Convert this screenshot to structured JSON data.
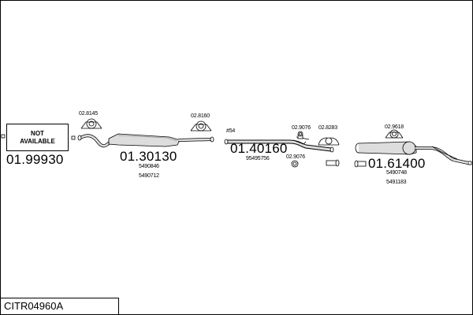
{
  "kit_code": "CITR04960A",
  "not_available": {
    "line1": "NOT",
    "line2": "AVAILABLE"
  },
  "parts": {
    "p1": "01.99930",
    "p2": "01.30130",
    "p2_ref1": "5490846",
    "p2_ref2": "5490712",
    "p3": "01.40160",
    "p3_ref1": "95495756",
    "p4": "01.61400",
    "p4_ref1": "5490748",
    "p4_ref2": "5491183"
  },
  "clamps": {
    "c1": "02.8145",
    "c2": "02.8160",
    "c3": "02.9076",
    "c4": "02.8283",
    "c5": "02.9076",
    "c6": "02.9618"
  },
  "pipe_marker": "#54",
  "colors": {
    "line": "#000000",
    "part_fill": "#dddddd",
    "shade": "#9a9a9a"
  }
}
